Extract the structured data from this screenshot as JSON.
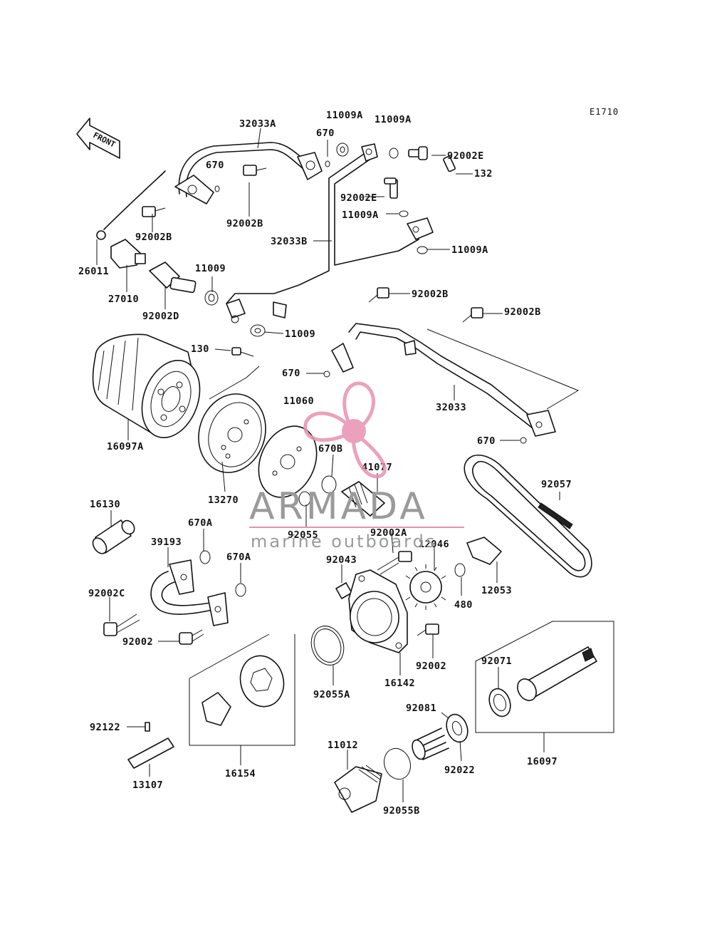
{
  "diagram_code": "E1710",
  "front_label": "FRONT",
  "watermark": {
    "brand": "ARMADA",
    "tagline": "marine outboards",
    "logo_color": "#e891b0",
    "text_color": "#9a9a9a"
  },
  "part_labels": {
    "p32033A": "32033A",
    "p11009A_1": "11009A",
    "p11009A_2": "11009A",
    "p670_1": "670",
    "p670_2": "670",
    "p92002E_1": "92002E",
    "p132": "132",
    "p92002E_2": "92002E",
    "p11009A_3": "11009A",
    "p92002B_1": "92002B",
    "p92002B_2": "92002B",
    "p32033B": "32033B",
    "p11009A_4": "11009A",
    "p26011": "26011",
    "p27010": "27010",
    "p92002D": "92002D",
    "p11009_1": "11009",
    "p11009_2": "11009",
    "p92002B_3": "92002B",
    "p92002B_4": "92002B",
    "p130": "130",
    "p670_3": "670",
    "p11060": "11060",
    "p32033": "32033",
    "p16097A": "16097A",
    "p670B": "670B",
    "p41077": "41077",
    "p670_4": "670",
    "p92057": "92057",
    "p13270": "13270",
    "p16130": "16130",
    "p670A_1": "670A",
    "p92055": "92055",
    "p92002A": "92002A",
    "p39193": "39193",
    "p12046": "12046",
    "p670A_2": "670A",
    "p92043": "92043",
    "p12053": "12053",
    "p92002C": "92002C",
    "p480": "480",
    "p92002_1": "92002",
    "p92002_2": "92002",
    "p16142": "16142",
    "p92071": "92071",
    "p92055A": "92055A",
    "p92081": "92081",
    "p92122": "92122",
    "p16154": "16154",
    "p11012": "11012",
    "p92022": "92022",
    "p16097": "16097",
    "p13107": "13107",
    "p92055B": "92055B"
  }
}
